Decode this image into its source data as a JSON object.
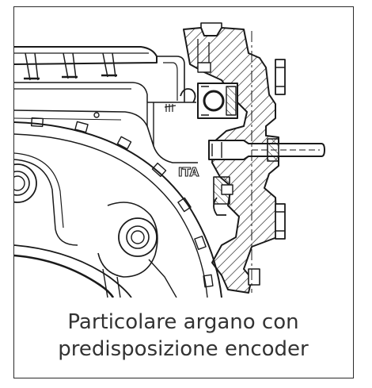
{
  "caption": {
    "line1": "Particolare argano con",
    "line2": "predisposizione encoder"
  },
  "drawing": {
    "plate_text": "ITA"
  },
  "colors": {
    "line": "#1a1a1a",
    "text": "#333333",
    "border": "#2b2b2b"
  }
}
